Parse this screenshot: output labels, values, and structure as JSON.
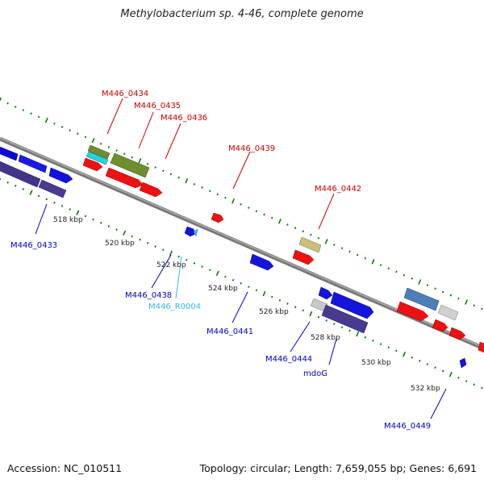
{
  "title": "Methylobacterium sp. 4-46, complete genome",
  "accession": "Accession: NC_010511",
  "topology": "Topology: circular; Length: 7,659,055 bp; Genes: 6,691",
  "colors": {
    "red_label": "#cc0000",
    "blue_label": "#0000cc",
    "cyan_label": "#33bbee",
    "backbone": "#888888",
    "tick_green": "#117711"
  },
  "kbp_labels": [
    "518 kbp",
    "520 kbp",
    "522 kbp",
    "524 kbp",
    "526 kbp",
    "528 kbp",
    "530 kbp",
    "532 kbp"
  ],
  "genes": {
    "M446_0434": "M446_0434",
    "M446_0435": "M446_0435",
    "M446_0436": "M446_0436",
    "M446_0439": "M446_0439",
    "M446_0442": "M446_0442",
    "M446_0433": "M446_0433",
    "M446_0438": "M446_0438",
    "M446_R0004": "M446_R0004",
    "M446_0441": "M446_0441",
    "M446_0444": "M446_0444",
    "mdoG": "mdoG",
    "M446_0449": "M446_0449"
  }
}
